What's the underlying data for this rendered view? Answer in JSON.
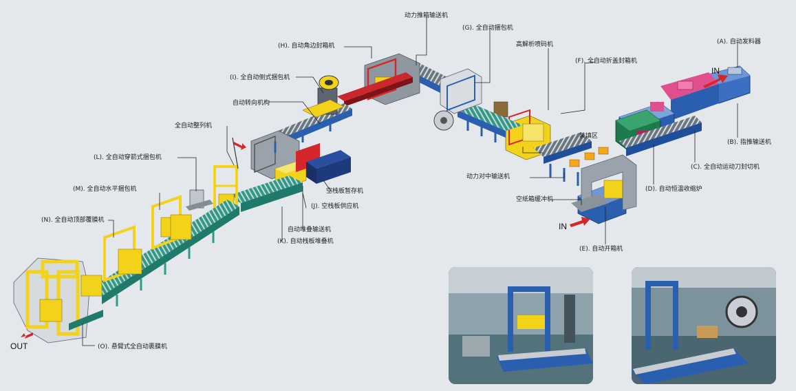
{
  "labels": {
    "a": "(A). 自动发料器",
    "b": "(B). 指推输送机",
    "c": "(C). 全自动运动刀封切机",
    "d": "(D). 自动恒温收缩炉",
    "e": "(E). 自动开箱机",
    "f": "(F). 全自动折盖封箱机",
    "g": "(G). 全自动捆包机",
    "h": "(H). 自动角边封箱机",
    "i": "(I). 全自动侧式捆包机",
    "j": "(J). 空栈板供应机",
    "k": "(K). 自动栈板堆叠机",
    "l": "(L). 全自动穿箭式捆包机",
    "m": "(M). 全自动水平捆包机",
    "n": "(N). 全自动顶部覆膜机",
    "o": "(O). 悬臂式全自动裹膜机",
    "power_conveyor": "动力推箱输送机",
    "hires_coder": "高解析喷码机",
    "filling_zone": "装填区",
    "centering_conveyor": "动力对中输送机",
    "empty_buffer": "空纸箱缓冲机",
    "turning": "自动转向机构",
    "sorting": "全自动整列机",
    "pallet_store": "空栈板暂存机",
    "stack_conveyor": "自动堆叠输送机",
    "in_top": "IN",
    "in_bottom": "IN",
    "out": "OUT"
  },
  "colors": {
    "conveyor_blue": "#2a5fb0",
    "roller_teal": "#2f9a86",
    "frame_yellow": "#f3d21a",
    "accent_red": "#d4262b",
    "gray_machine": "#7d8690"
  }
}
